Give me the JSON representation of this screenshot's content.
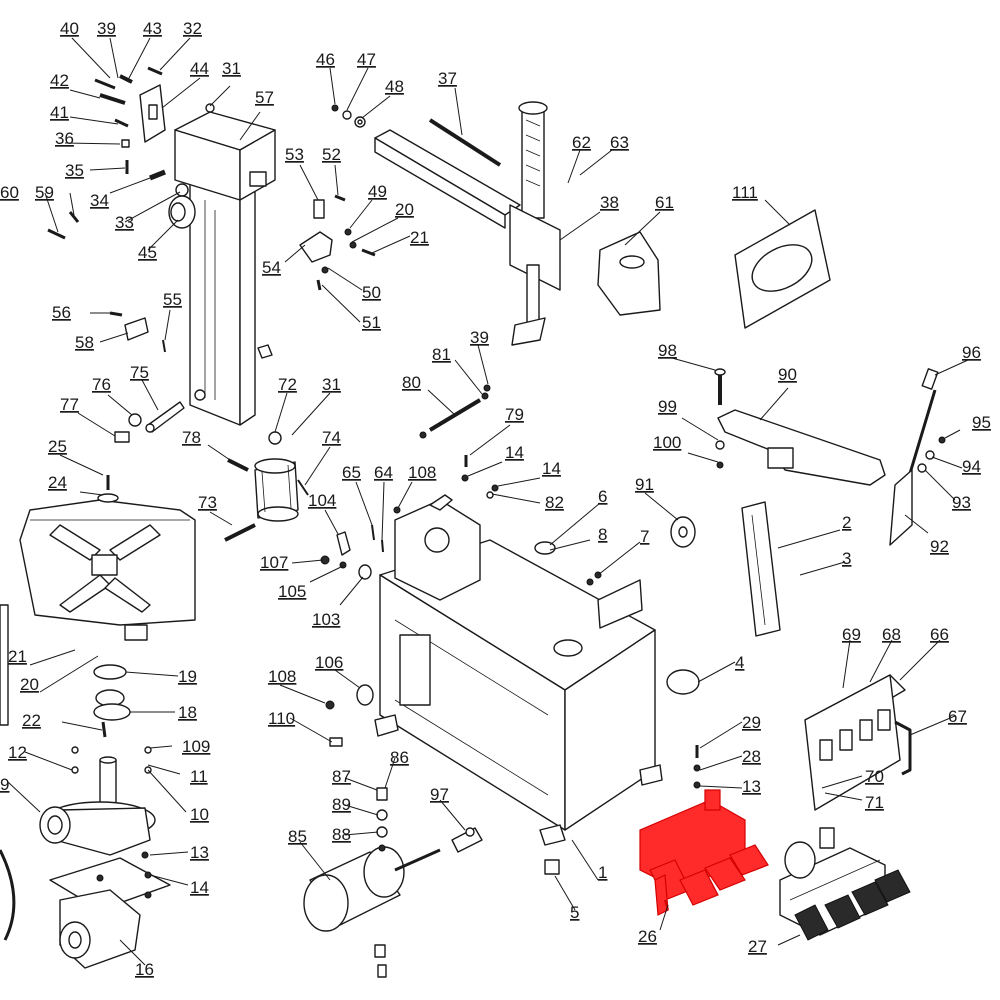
{
  "callouts": [
    {
      "id": "p40",
      "text": "40"
    },
    {
      "id": "p39a",
      "text": "39"
    },
    {
      "id": "p43",
      "text": "43"
    },
    {
      "id": "p32",
      "text": "32"
    },
    {
      "id": "p42",
      "text": "42"
    },
    {
      "id": "p44",
      "text": "44"
    },
    {
      "id": "p31a",
      "text": "31"
    },
    {
      "id": "p57",
      "text": "57"
    },
    {
      "id": "p41",
      "text": "41"
    },
    {
      "id": "p36",
      "text": "36"
    },
    {
      "id": "p35",
      "text": "35"
    },
    {
      "id": "p34",
      "text": "34"
    },
    {
      "id": "p33",
      "text": "33"
    },
    {
      "id": "p45",
      "text": "45"
    },
    {
      "id": "p60",
      "text": "60"
    },
    {
      "id": "p59",
      "text": "59"
    },
    {
      "id": "p46",
      "text": "46"
    },
    {
      "id": "p47",
      "text": "47"
    },
    {
      "id": "p48",
      "text": "48"
    },
    {
      "id": "p37",
      "text": "37"
    },
    {
      "id": "p53",
      "text": "53"
    },
    {
      "id": "p52",
      "text": "52"
    },
    {
      "id": "p49",
      "text": "49"
    },
    {
      "id": "p20a",
      "text": "20"
    },
    {
      "id": "p21a",
      "text": "21"
    },
    {
      "id": "p54",
      "text": "54"
    },
    {
      "id": "p50",
      "text": "50"
    },
    {
      "id": "p51",
      "text": "51"
    },
    {
      "id": "p62",
      "text": "62"
    },
    {
      "id": "p63",
      "text": "63"
    },
    {
      "id": "p38",
      "text": "38"
    },
    {
      "id": "p61",
      "text": "61"
    },
    {
      "id": "p111",
      "text": "111"
    },
    {
      "id": "p56",
      "text": "56"
    },
    {
      "id": "p55",
      "text": "55"
    },
    {
      "id": "p58",
      "text": "58"
    },
    {
      "id": "p76",
      "text": "76"
    },
    {
      "id": "p75",
      "text": "75"
    },
    {
      "id": "p77",
      "text": "77"
    },
    {
      "id": "p72",
      "text": "72"
    },
    {
      "id": "p31b",
      "text": "31"
    },
    {
      "id": "p98",
      "text": "98"
    },
    {
      "id": "p90",
      "text": "90"
    },
    {
      "id": "p96",
      "text": "96"
    },
    {
      "id": "p81",
      "text": "81"
    },
    {
      "id": "p39b",
      "text": "39"
    },
    {
      "id": "p80",
      "text": "80"
    },
    {
      "id": "p99",
      "text": "99"
    },
    {
      "id": "p95",
      "text": "95"
    },
    {
      "id": "p79",
      "text": "79"
    },
    {
      "id": "p25",
      "text": "25"
    },
    {
      "id": "p78",
      "text": "78"
    },
    {
      "id": "p74",
      "text": "74"
    },
    {
      "id": "p100",
      "text": "100"
    },
    {
      "id": "p94",
      "text": "94"
    },
    {
      "id": "p14a",
      "text": "14"
    },
    {
      "id": "p14b",
      "text": "14"
    },
    {
      "id": "p93",
      "text": "93"
    },
    {
      "id": "p24",
      "text": "24"
    },
    {
      "id": "p65",
      "text": "65"
    },
    {
      "id": "p64",
      "text": "64"
    },
    {
      "id": "p108a",
      "text": "108"
    },
    {
      "id": "p91",
      "text": "91"
    },
    {
      "id": "p6",
      "text": "6"
    },
    {
      "id": "p73",
      "text": "73"
    },
    {
      "id": "p104",
      "text": "104"
    },
    {
      "id": "p82",
      "text": "82"
    },
    {
      "id": "p92",
      "text": "92"
    },
    {
      "id": "p2",
      "text": "2"
    },
    {
      "id": "p8",
      "text": "8"
    },
    {
      "id": "p7",
      "text": "7"
    },
    {
      "id": "p107",
      "text": "107"
    },
    {
      "id": "p3",
      "text": "3"
    },
    {
      "id": "p105",
      "text": "105"
    },
    {
      "id": "p103",
      "text": "103"
    },
    {
      "id": "p69",
      "text": "69"
    },
    {
      "id": "p68",
      "text": "68"
    },
    {
      "id": "p66",
      "text": "66"
    },
    {
      "id": "p21b",
      "text": "21"
    },
    {
      "id": "p106",
      "text": "106"
    },
    {
      "id": "p4",
      "text": "4"
    },
    {
      "id": "p20b",
      "text": "20"
    },
    {
      "id": "p19",
      "text": "19"
    },
    {
      "id": "p108b",
      "text": "108"
    },
    {
      "id": "p18",
      "text": "18"
    },
    {
      "id": "p67",
      "text": "67"
    },
    {
      "id": "p22",
      "text": "22"
    },
    {
      "id": "p110",
      "text": "110"
    },
    {
      "id": "p29",
      "text": "29"
    },
    {
      "id": "p12",
      "text": "12"
    },
    {
      "id": "p109",
      "text": "109"
    },
    {
      "id": "p86",
      "text": "86"
    },
    {
      "id": "p28",
      "text": "28"
    },
    {
      "id": "p11",
      "text": "11"
    },
    {
      "id": "p87",
      "text": "87"
    },
    {
      "id": "p70",
      "text": "70"
    },
    {
      "id": "p9",
      "text": "9"
    },
    {
      "id": "p97",
      "text": "97"
    },
    {
      "id": "p13a",
      "text": "13"
    },
    {
      "id": "p71",
      "text": "71"
    },
    {
      "id": "p89",
      "text": "89"
    },
    {
      "id": "p10",
      "text": "10"
    },
    {
      "id": "p88",
      "text": "88"
    },
    {
      "id": "p85",
      "text": "85"
    },
    {
      "id": "p13b",
      "text": "13"
    },
    {
      "id": "p14c",
      "text": "14"
    },
    {
      "id": "p1",
      "text": "1"
    },
    {
      "id": "p5",
      "text": "5"
    },
    {
      "id": "p26",
      "text": "26"
    },
    {
      "id": "p16",
      "text": "16"
    },
    {
      "id": "p27",
      "text": "27"
    }
  ],
  "highlight": {
    "part": "26",
    "color": "#ff2a2a"
  },
  "colors": {
    "line": "#1a1a1a",
    "background": "#ffffff"
  }
}
